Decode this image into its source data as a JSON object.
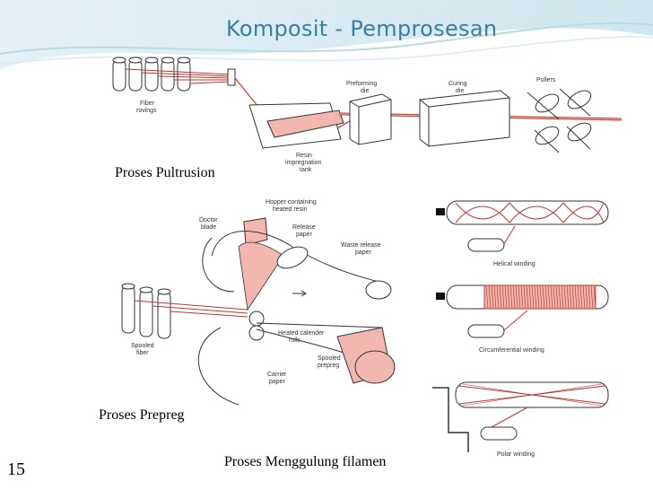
{
  "slide": {
    "title": "Komposit - Pemprosesan",
    "page_number": "15"
  },
  "captions": {
    "pultrusion": "Proses Pultrusion",
    "prepreg": "Proses Prepreg",
    "filament": "Proses Menggulung filamen"
  },
  "pultrusion_labels": {
    "fiber_rovings_1": "Fiber",
    "fiber_rovings_2": "rovings",
    "preforming_1": "Preforming",
    "preforming_2": "die",
    "curing_1": "Curing",
    "curing_2": "die",
    "pullers": "Pullers",
    "resin_1": "Resin",
    "resin_2": "impregnation",
    "resin_3": "tank"
  },
  "prepreg_labels": {
    "hopper_1": "Hopper containing",
    "hopper_2": "heated resin",
    "doctor_1": "Doctor",
    "doctor_2": "blade",
    "release_1": "Release",
    "release_2": "paper",
    "waste_1": "Waste release",
    "waste_2": "paper",
    "spooled_fiber_1": "Spooled",
    "spooled_fiber_2": "fiber",
    "calender_1": "Heated calender",
    "calender_2": "rolls",
    "spooled_prepreg_1": "Spooled",
    "spooled_prepreg_2": "prepreg",
    "carrier_1": "Carrier",
    "carrier_2": "paper"
  },
  "filament_labels": {
    "helical": "Helical winding",
    "circumferential": "Circumferential winding",
    "polar": "Polar winding"
  },
  "colors": {
    "title": "#3a7fa0",
    "fiber_red": "#c0392b",
    "pink_fill": "#f2b8b0"
  }
}
